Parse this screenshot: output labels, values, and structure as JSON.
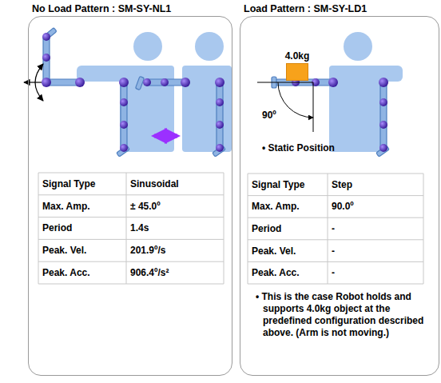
{
  "diagram": {
    "nodes": [
      {
        "text": [
          "No Load Pattern : SM-SY-NL1"
        ]
      },
      {
        "text": [
          "Load Pattern : SM-SY-LD1"
        ]
      },
      {
        "text": [
          "4.0kg"
        ],
        "in": 1
      }
    ],
    "labels": [
      "90º",
      "• Static Position",
      "Signal Type",
      "Sinusoidal",
      "Max. Amp.",
      "± 45.0º",
      "Period",
      "1.4s",
      "Peak. Vel.",
      "201.9º/s",
      "Peak. Acc.",
      "906.4º/s²",
      "Signal Type",
      "Step",
      "Max. Amp.",
      "90.0º",
      "Period",
      "-",
      "Peak. Vel.",
      "-",
      "Peak. Acc.",
      "-",
      "• This is the case Robot holds and supports 4.0kg object at the predefined configuration described above. (Arm is not moving.)"
    ]
  }
}
